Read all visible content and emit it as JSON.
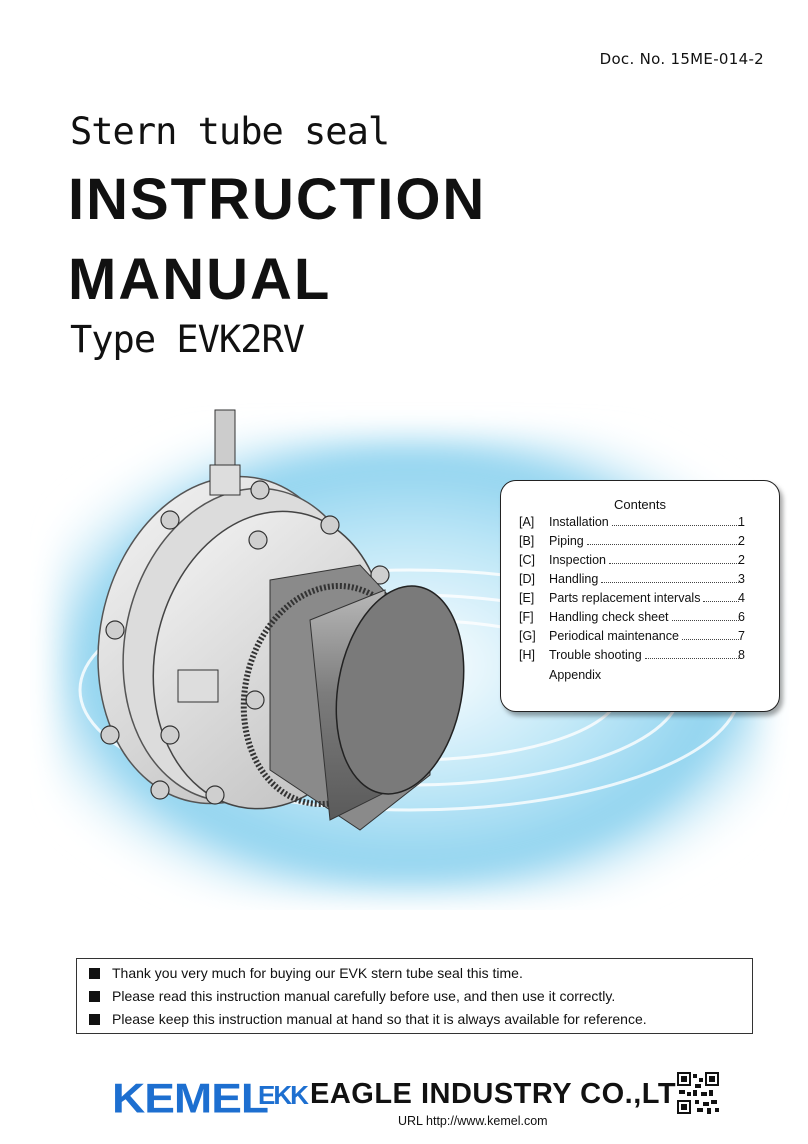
{
  "doc_number": "Doc. No. 15ME-014-2",
  "header": {
    "subtitle": "Stern tube seal",
    "title_line1": "INSTRUCTION",
    "title_line2": "MANUAL",
    "type_line": "Type  EVK2RV"
  },
  "contents": {
    "title": "Contents",
    "items": [
      {
        "code": "[A]",
        "name": "Installation",
        "page": "1"
      },
      {
        "code": "[B]",
        "name": "Piping",
        "page": "2"
      },
      {
        "code": "[C]",
        "name": "Inspection",
        "page": "2"
      },
      {
        "code": "[D]",
        "name": "Handling",
        "page": "3"
      },
      {
        "code": "[E]",
        "name": "Parts replacement intervals",
        "page": "4"
      },
      {
        "code": "[F]",
        "name": "Handling check sheet",
        "page": "6"
      },
      {
        "code": "[G]",
        "name": "Periodical maintenance",
        "page": "7"
      },
      {
        "code": "[H]",
        "name": "Trouble shooting",
        "page": "8"
      }
    ],
    "appendix": "Appendix"
  },
  "notice": [
    "Thank you very much for buying our EVK stern tube seal this time.",
    "Please read this instruction manual carefully before use, and then use it correctly.",
    "Please keep this instruction manual at hand so that it is always available for reference."
  ],
  "footer": {
    "brand": "KEMEL",
    "ekk": "EKK",
    "company": "EAGLE INDUSTRY CO.,LTD.",
    "url": "URL http://www.kemel.com"
  },
  "colors": {
    "brand_blue": "#1d6fd0",
    "water_blue": "#8fd3ef"
  }
}
